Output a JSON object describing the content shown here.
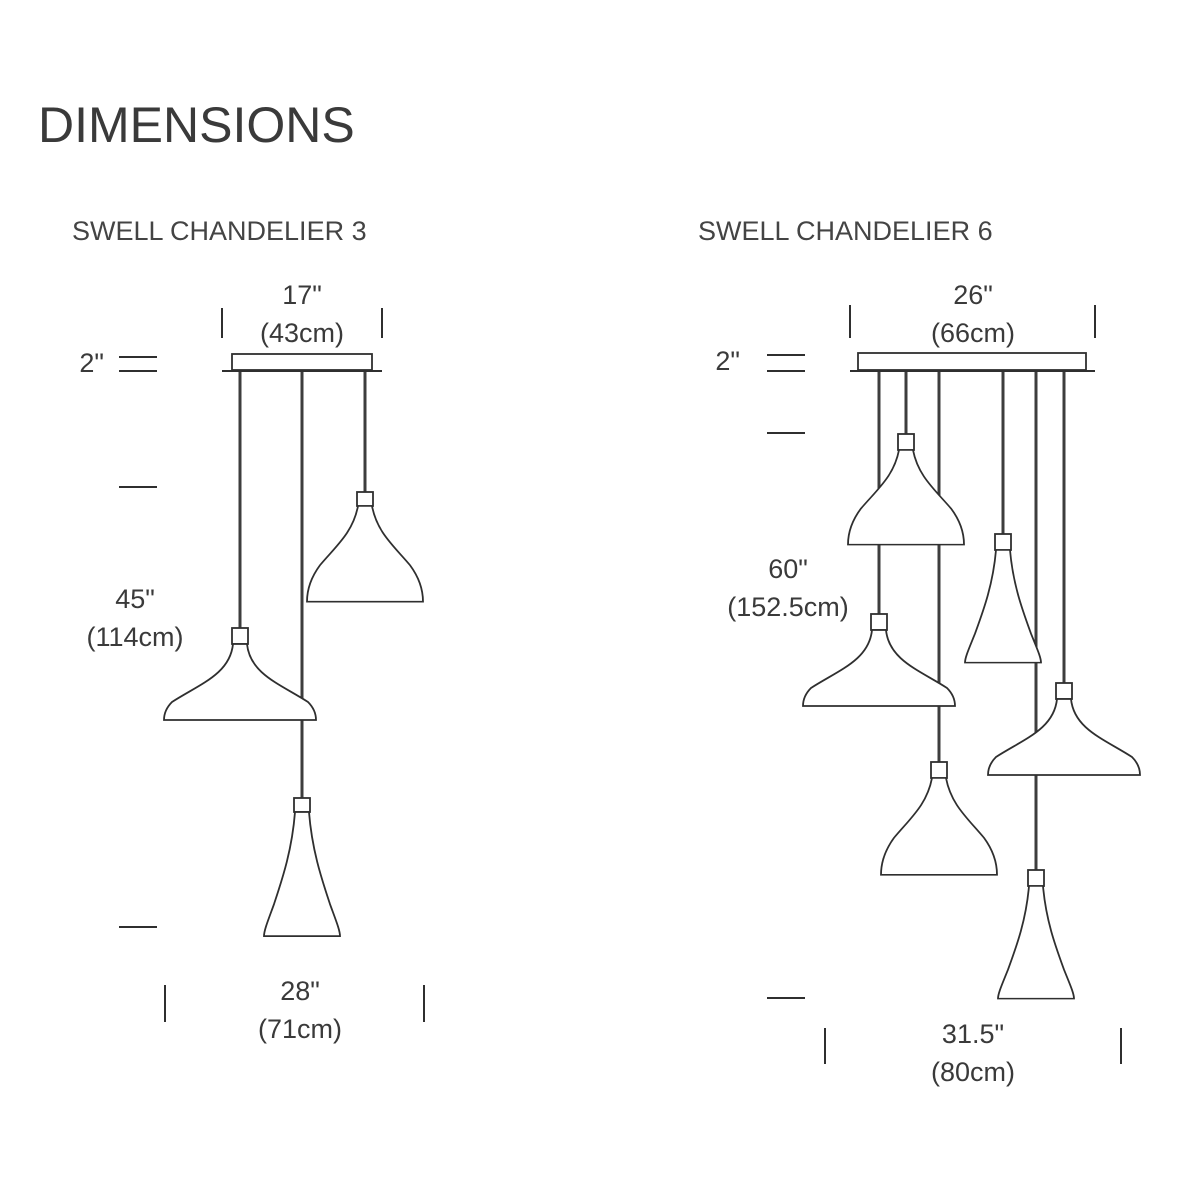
{
  "page": {
    "title": "DIMENSIONS"
  },
  "products": [
    {
      "name": "SWELL CHANDELIER 3",
      "canopy_width": "17\"",
      "canopy_width_metric": "(43cm)",
      "canopy_height": "2\"",
      "drop_height": "45\"",
      "drop_height_metric": "(114cm)",
      "overall_width": "28\"",
      "overall_width_metric": "(71cm)",
      "pendant_count": 3
    },
    {
      "name": "SWELL CHANDELIER 6",
      "canopy_width": "26\"",
      "canopy_width_metric": "(66cm)",
      "canopy_height": "2\"",
      "drop_height": "60\"",
      "drop_height_metric": "(152.5cm)",
      "overall_width": "31.5\"",
      "overall_width_metric": "(80cm)",
      "pendant_count": 6
    }
  ],
  "colors": {
    "text": "#3a3a3a",
    "line": "#2f2f2f",
    "background": "#ffffff"
  }
}
